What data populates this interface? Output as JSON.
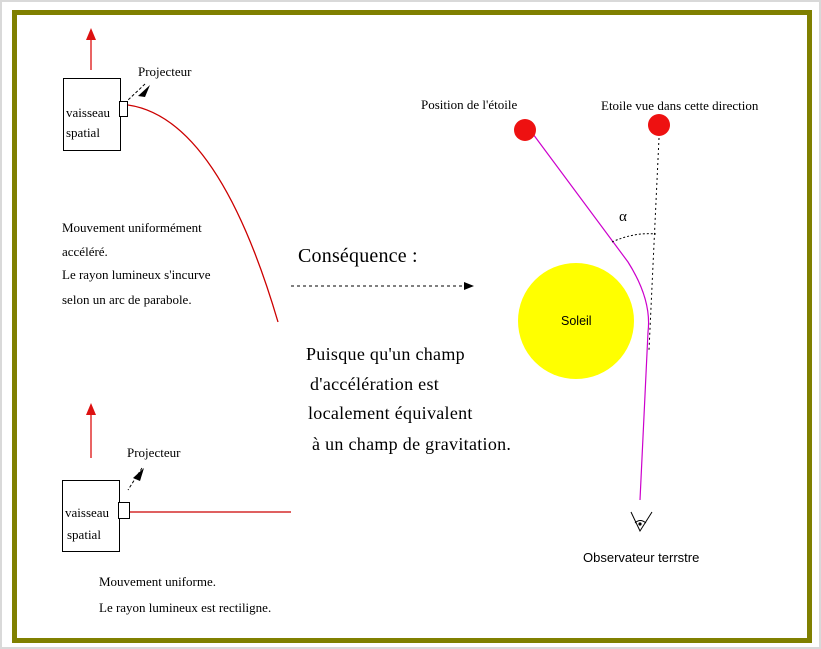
{
  "colors": {
    "frame": "#808000",
    "beam": "#cc0000",
    "arrow": "#dd1111",
    "star": "#ee1111",
    "sun": "#ffff00",
    "path": "#cc00cc"
  },
  "top_panel": {
    "projector_label": "Projecteur",
    "ship_line1": "vaisseau",
    "ship_line2": "spatial",
    "caption_line1": "Mouvement uniformément",
    "caption_line2": "accéléré.",
    "caption_line3": "Le rayon lumineux  s'incurve",
    "caption_line4": "selon un arc de parabole."
  },
  "bottom_panel": {
    "projector_label": "Projecteur",
    "ship_line1": "vaisseau",
    "ship_line2": "spatial",
    "caption_line1": "Mouvement uniforme.",
    "caption_line2": "Le rayon lumineux est rectiligne."
  },
  "consequence": {
    "label": "Conséquence :",
    "line1": "Puisque qu'un champ",
    "line2": "d'accélération est",
    "line3": "localement équivalent",
    "line4": "à un champ de gravitation."
  },
  "sky": {
    "star_position_label": "Position de l'étoile",
    "star_apparent_label": "Etoile vue dans cette direction",
    "alpha_label": "α",
    "sun_label": "Soleil",
    "observer_label": "Observateur terrstre"
  }
}
